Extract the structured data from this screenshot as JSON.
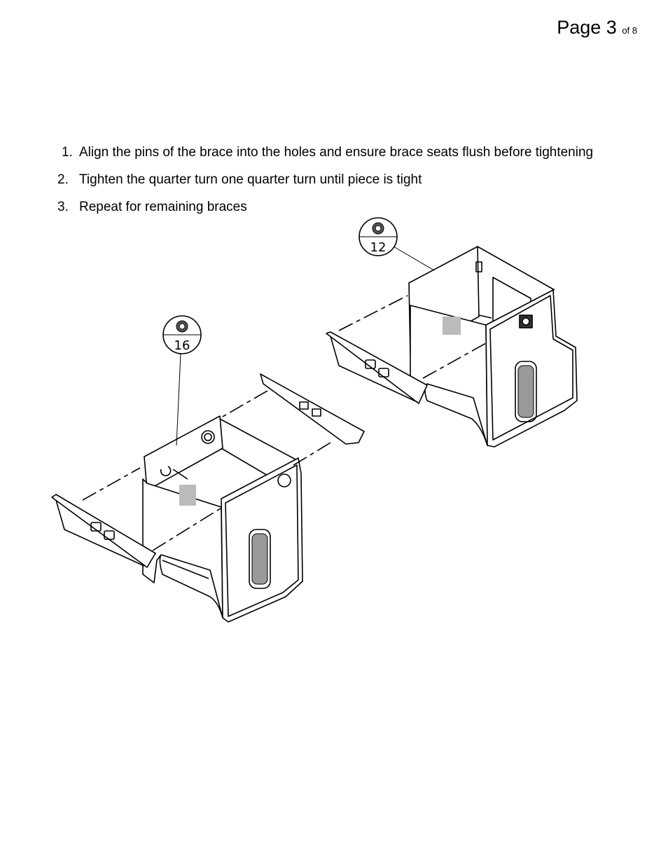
{
  "header": {
    "page_label": "Page 3",
    "page_total": "of 8"
  },
  "instructions": [
    {
      "number": "1.",
      "text": "Align the pins of the brace into the holes and ensure brace seats flush before tightening"
    },
    {
      "number": "2.",
      "text": "Tighten the quarter turn one quarter turn until piece is tight"
    },
    {
      "number": "3.",
      "text": "Repeat for remaining braces"
    }
  ],
  "callouts": [
    {
      "label": "16",
      "part": "quarter-turn-fastener-icon"
    },
    {
      "label": "12",
      "part": "quarter-turn-fastener-icon"
    }
  ]
}
